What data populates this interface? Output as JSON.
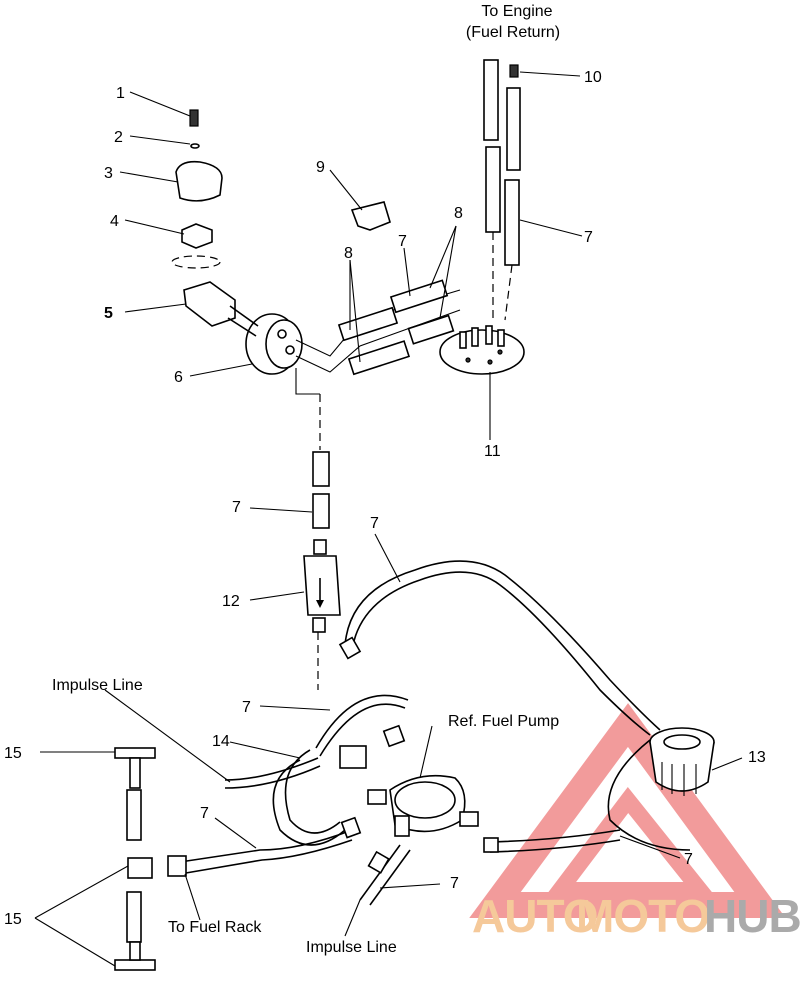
{
  "diagram": {
    "callouts": {
      "to_engine_line1": "To Engine",
      "to_engine_line2": "(Fuel Return)",
      "impulse_line_top": "Impulse Line",
      "ref_fuel_pump": "Ref. Fuel Pump",
      "to_fuel_rack": "To Fuel Rack",
      "impulse_line_bottom": "Impulse Line"
    },
    "part_numbers": {
      "p1": "1",
      "p2": "2",
      "p3": "3",
      "p4": "4",
      "p5": "5",
      "p6": "6",
      "p7": "7",
      "p8": "8",
      "p9": "9",
      "p10": "10",
      "p11": "11",
      "p12": "12",
      "p13": "13",
      "p14": "14",
      "p15": "15"
    }
  },
  "watermark": {
    "auto": "AUTO",
    "moto": "MOTO",
    "hub": "HUB",
    "colors": {
      "auto": "#f5c99a",
      "moto": "#f5c99a",
      "hub": "#aaaaaa",
      "triangle": "#f08a8a"
    }
  }
}
